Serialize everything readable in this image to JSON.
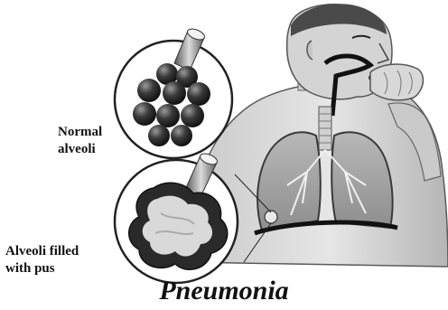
{
  "labels": {
    "normal": [
      "Normal",
      "alveoli"
    ],
    "filled": [
      "Alveoli filled",
      "with pus"
    ]
  },
  "title": "Pneumonia"
}
